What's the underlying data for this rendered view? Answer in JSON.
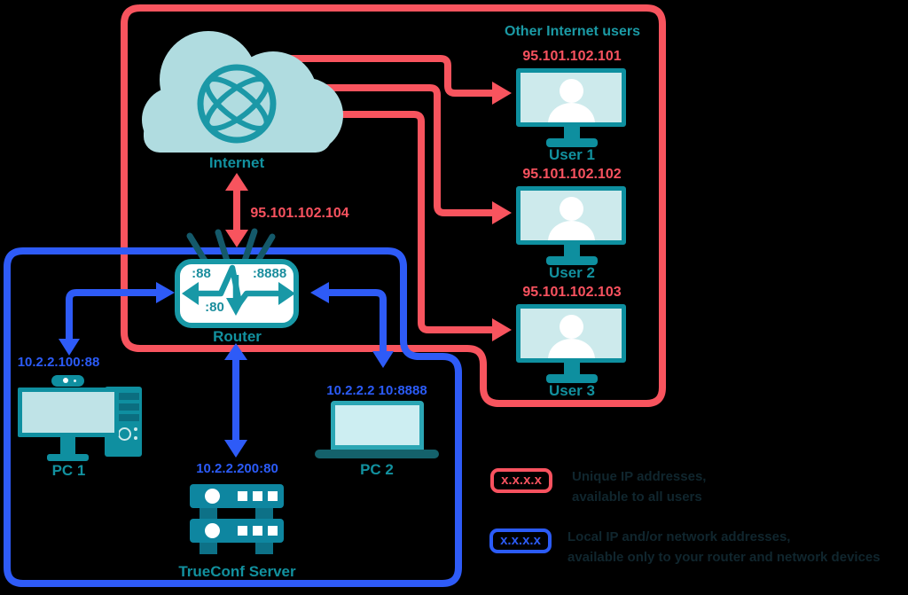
{
  "internet": {
    "label": "Internet",
    "public_ip": "95.101.102.104"
  },
  "other_users": {
    "title": "Other Internet users",
    "users": [
      {
        "ip": "95.101.102.101",
        "label": "User 1"
      },
      {
        "ip": "95.101.102.102",
        "label": "User 2"
      },
      {
        "ip": "95.101.102.103",
        "label": "User 3"
      }
    ]
  },
  "router": {
    "label": "Router",
    "port_left": ":88",
    "port_right": ":8888",
    "port_bottom": ":80"
  },
  "lan": {
    "pc1": {
      "ip": "10.2.2.100:88",
      "label": "PC 1"
    },
    "pc2": {
      "ip": "10.2.2.2 10:8888",
      "label": "PC 2"
    },
    "server": {
      "ip": "10.2.2.200:80",
      "label": "TrueConf Server"
    }
  },
  "legend": {
    "external": {
      "badge": "x.x.x.x",
      "line1": "Unique IP addresses,",
      "line2": "available to all users"
    },
    "local": {
      "badge": "x.x.x.x",
      "line1": "Local IP and/or network addresses,",
      "line2": "available only to your router and network devices"
    }
  },
  "colors": {
    "red": "#F8545E",
    "blue": "#2E5BF7",
    "teal": "#0E8F9F",
    "teal_dark": "#14596A",
    "cloud_fill": "#B0DCE0",
    "screen_fill": "#CDEAEC",
    "label_teal": "#12919F",
    "legend_text": "#10262E"
  }
}
